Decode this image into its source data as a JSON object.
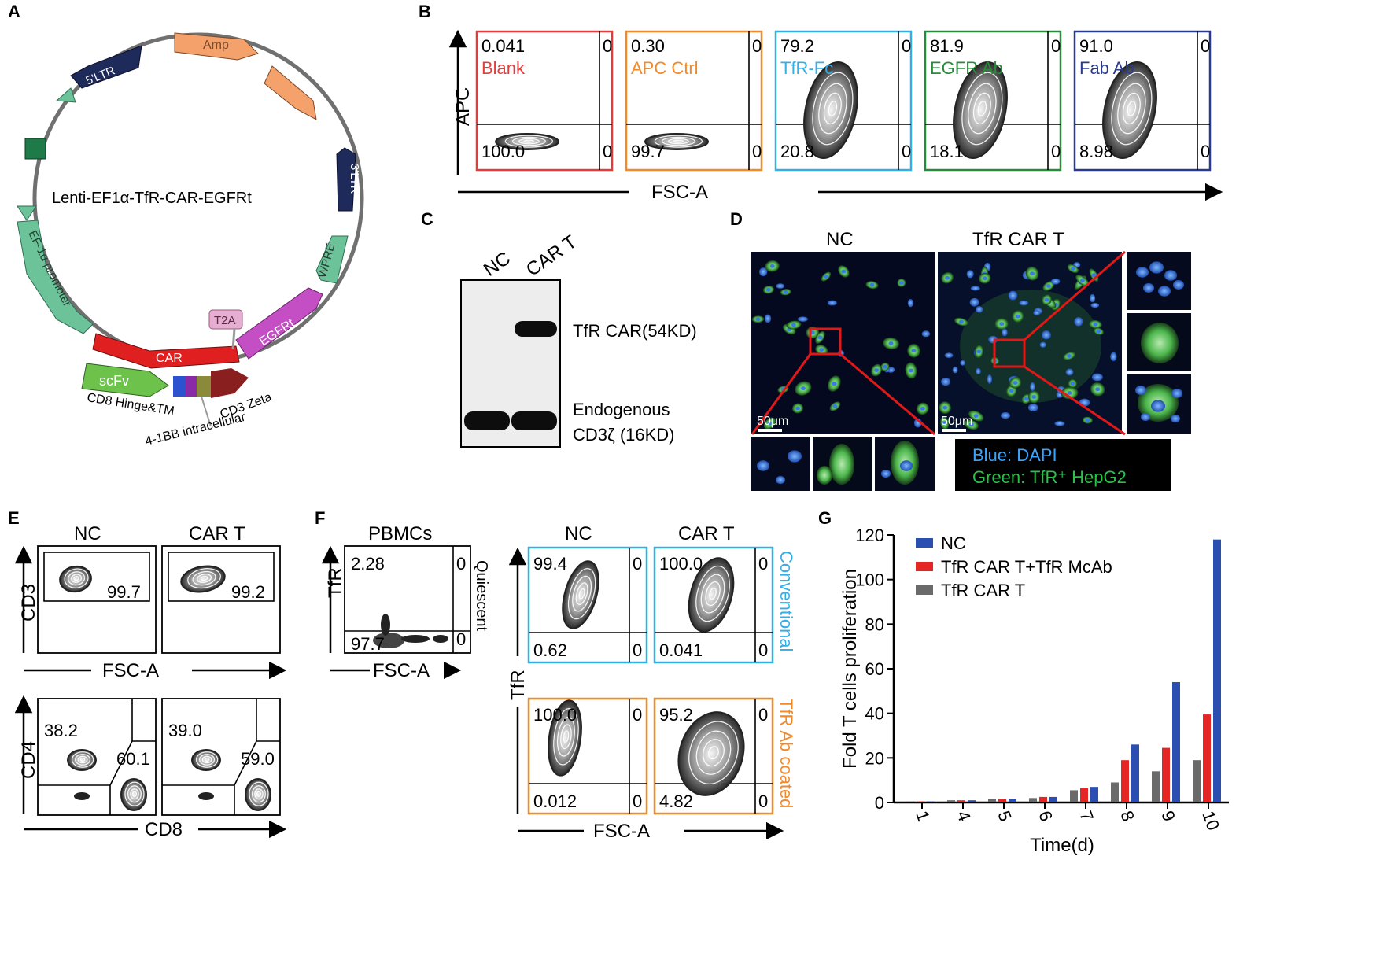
{
  "panels": {
    "A": {
      "label": "A",
      "plasmid_title": "Lenti-EF1α-TfR-CAR-EGFRt",
      "features": {
        "amp": "Amp",
        "ltr5": "5'LTR",
        "ltr3": "3'LTR",
        "wpre": "WPRE",
        "ef1a": "EF-1α promoter",
        "car": "CAR",
        "egfrt": "EGFRt",
        "t2a": "T2A",
        "scfv": "scFv",
        "cd3zeta": "CD3 Zeta",
        "cd8": "CD8 Hinge&TM",
        "bb41": "4-1BB intracellular"
      }
    },
    "B": {
      "label": "B",
      "yaxis": "APC",
      "xaxis": "FSC-A",
      "plots": [
        {
          "name": "Blank",
          "color": "#e53b3b",
          "ul": "0.041",
          "ur": "0",
          "ll": "100.0",
          "lr": "0"
        },
        {
          "name": "APC Ctrl",
          "color": "#f08a2c",
          "ul": "0.30",
          "ur": "0",
          "ll": "99.7",
          "lr": "0"
        },
        {
          "name": "TfR-Fc",
          "color": "#35aee6",
          "ul": "79.2",
          "ur": "0",
          "ll": "20.8",
          "lr": "0"
        },
        {
          "name": "EGFR Ab",
          "color": "#2a8a3c",
          "ul": "81.9",
          "ur": "0",
          "ll": "18.1",
          "lr": "0"
        },
        {
          "name": "Fab Ab",
          "color": "#2a3a8e",
          "ul": "91.0",
          "ur": "0",
          "ll": "8.98",
          "lr": "0"
        }
      ]
    },
    "C": {
      "label": "C",
      "lanes": [
        "NC",
        "CAR T"
      ],
      "band1": "TfR CAR(54KD)",
      "band2a": "Endogenous",
      "band2b": "CD3ζ (16KD)"
    },
    "D": {
      "label": "D",
      "col1": "NC",
      "col2": "TfR CAR T",
      "scale1": "50μm",
      "scale2": "50μm",
      "legend_blue": "Blue: DAPI",
      "legend_green": "Green: TfR⁺ HepG2"
    },
    "E": {
      "label": "E",
      "cols": [
        "NC",
        "CAR T"
      ],
      "top_y": "CD3",
      "top_x": "FSC-A",
      "top_vals": [
        "99.7",
        "99.2"
      ],
      "bot_y": "CD4",
      "bot_x": "CD8",
      "bot_cd4": [
        "38.2",
        "39.0"
      ],
      "bot_cd8": [
        "60.1",
        "59.0"
      ]
    },
    "F": {
      "label": "F",
      "pbmc_title": "PBMCs",
      "pbmc_y": "TfR",
      "pbmc_x": "FSC-A",
      "pbmc_ul": "2.28",
      "pbmc_ur": "0",
      "pbmc_ll": "97.7",
      "pbmc_lr": "0",
      "quiescent": "Quiescent",
      "cols": [
        "NC",
        "CAR T"
      ],
      "main_y": "TfR",
      "main_x": "FSC-A",
      "conventional": "Conventional",
      "coated": "TfR Ab coated",
      "conv": [
        {
          "ul": "99.4",
          "ur": "0",
          "ll": "0.62",
          "lr": "0"
        },
        {
          "ul": "100.0",
          "ur": "0",
          "ll": "0.041",
          "lr": "0"
        }
      ],
      "coat": [
        {
          "ul": "100.0",
          "ur": "0",
          "ll": "0.012",
          "lr": "0"
        },
        {
          "ul": "95.2",
          "ur": "0",
          "ll": "4.82",
          "lr": "0"
        }
      ]
    },
    "G": {
      "label": "G"
    }
  },
  "chart_data": {
    "type": "bar",
    "categories": [
      "1",
      "4",
      "5",
      "6",
      "7",
      "8",
      "9",
      "10"
    ],
    "series": [
      {
        "name": "NC",
        "color": "#2a4fb0",
        "values": [
          0.5,
          1,
          1.5,
          2.5,
          7,
          26,
          54,
          118
        ]
      },
      {
        "name": "TfR CAR T+TfR McAb",
        "color": "#e62525",
        "values": [
          0.5,
          1,
          1.5,
          2.5,
          6.5,
          19,
          24.5,
          39.5
        ]
      },
      {
        "name": "TfR CAR T",
        "color": "#6a6a6a",
        "values": [
          0.5,
          1,
          1.5,
          2,
          5.5,
          9,
          14,
          19
        ]
      }
    ],
    "legend_order": [
      0,
      1,
      2
    ],
    "xlabel": "Time(d)",
    "ylabel": "Fold T cells proliferation",
    "ylim": [
      0,
      120
    ],
    "yticks": [
      "0",
      "20",
      "40",
      "60",
      "80",
      "100",
      "120"
    ],
    "legend": "top-left"
  }
}
